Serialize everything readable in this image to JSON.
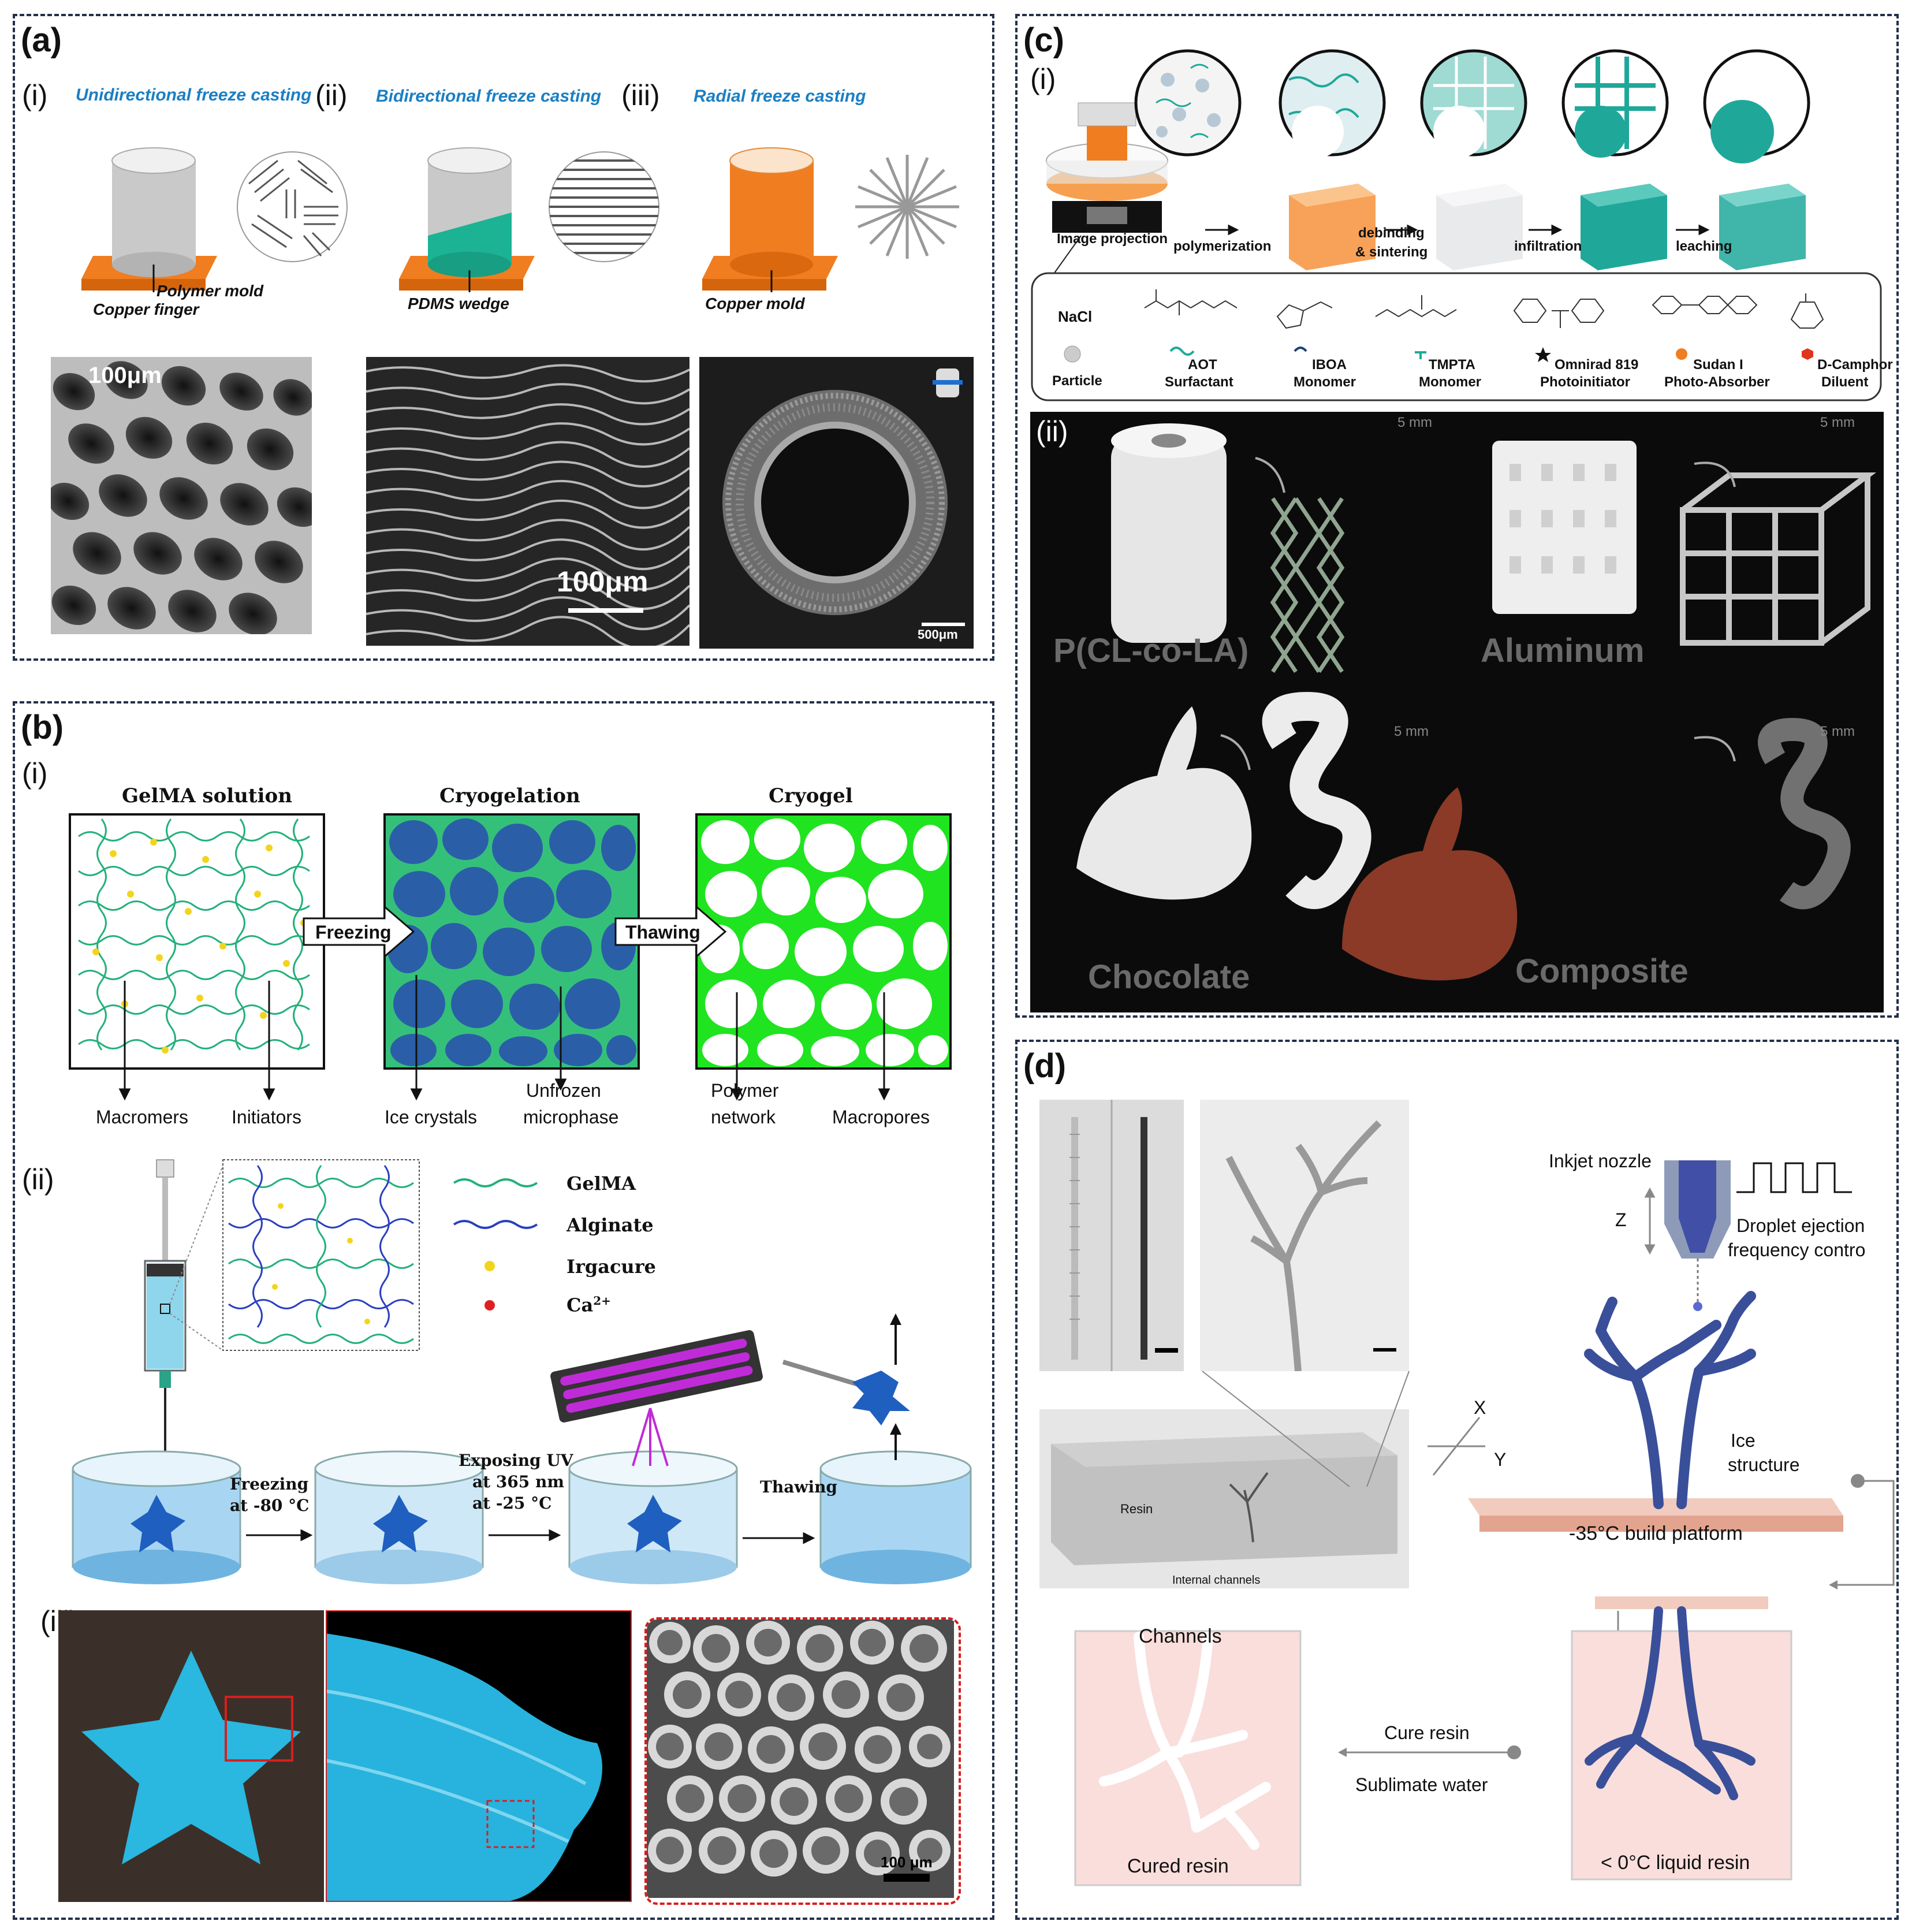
{
  "panel_a": {
    "tag": "(a)",
    "sub_i": "(i)",
    "sub_ii": "(ii)",
    "sub_iii": "(iii)",
    "title_i": "Unidirectional freeze casting",
    "title_ii": "Bidirectional freeze casting",
    "title_iii": "Radial freeze casting",
    "polymer_mold": "Polymer mold",
    "copper_finger": "Copper finger",
    "pdms_wedge": "PDMS wedge",
    "copper_mold": "Copper mold",
    "scale_1": "100μm",
    "scale_2": "100μm",
    "scale_3": "500μm"
  },
  "panel_b": {
    "tag": "(b)",
    "sub_i": "(i)",
    "sub_ii": "(ii)",
    "sub_iii": "(iii)",
    "gelma_solution": "GelMA solution",
    "cryogelation": "Cryogelation",
    "cryogel": "Cryogel",
    "freezing": "Freezing",
    "thawing": "Thawing",
    "macromers": "Macromers",
    "initiators": "Initiators",
    "ice_crystals": "Ice crystals",
    "unfrozen_1": "Unfrozen",
    "unfrozen_2": "microphase",
    "polymer_1": "Polymer",
    "polymer_2": "network",
    "macropores": "Macropores",
    "legend_gelma": "GelMA",
    "legend_alginate": "Alginate",
    "legend_irgacure": "Irgacure",
    "legend_ca": "Ca",
    "legend_ca_sup": "2+",
    "step_freezing_1": "Freezing",
    "step_freezing_2": "at -80 °C",
    "step_uv_1": "Exposing UV",
    "step_uv_2": "at 365 nm",
    "step_uv_3": "at -25 °C",
    "step_thawing": "Thawing",
    "scale": "100 μm"
  },
  "panel_c": {
    "tag": "(c)",
    "sub_i": "(i)",
    "sub_ii": "(ii)",
    "image_projection": "Image projection",
    "polymerization": "polymerization",
    "debinding_1": "debinding",
    "debinding_2": "& sintering",
    "infiltration": "infiltration",
    "leaching": "leaching",
    "nacl": "NaCl",
    "particle": "Particle",
    "aot_1": "AOT",
    "aot_2": "Surfactant",
    "iboa_1": "IBOA",
    "iboa_2": "Monomer",
    "tmpta_1": "TMPTA",
    "tmpta_2": "Monomer",
    "omnirad_1": "Omnirad 819",
    "omnirad_2": "Photoinitiator",
    "sudan_1": "Sudan I",
    "sudan_2": "Photo-Absorber",
    "camphor_1": "D-Camphor",
    "camphor_2": "Diluent",
    "mat_1": "P(CL-co-LA)",
    "mat_2": "Aluminum",
    "mat_3": "Chocolate",
    "mat_4": "Composite",
    "scale": "5 mm",
    "colors": {
      "teal": "#1fa89a",
      "orange": "#f4a14a"
    }
  },
  "panel_d": {
    "tag": "(d)",
    "inkjet_nozzle": "Inkjet nozzle",
    "z": "Z",
    "x": "X",
    "y": "Y",
    "droplet_1": "Droplet ejection",
    "droplet_2": "frequency contro",
    "ice_1": "Ice",
    "ice_2": "structure",
    "build_platform": "-35°C build platform",
    "resin": "Resin",
    "internal_channels": "Internal channels",
    "channels": "Channels",
    "cured_resin": "Cured resin",
    "cure_resin": "Cure resin",
    "sublimate_water": "Sublimate water",
    "liquid_resin": "< 0°C liquid resin",
    "colors": {
      "vessel": "#3a4f9a",
      "pink": "#f6d3cf",
      "platform": "#e8b8a6"
    }
  }
}
